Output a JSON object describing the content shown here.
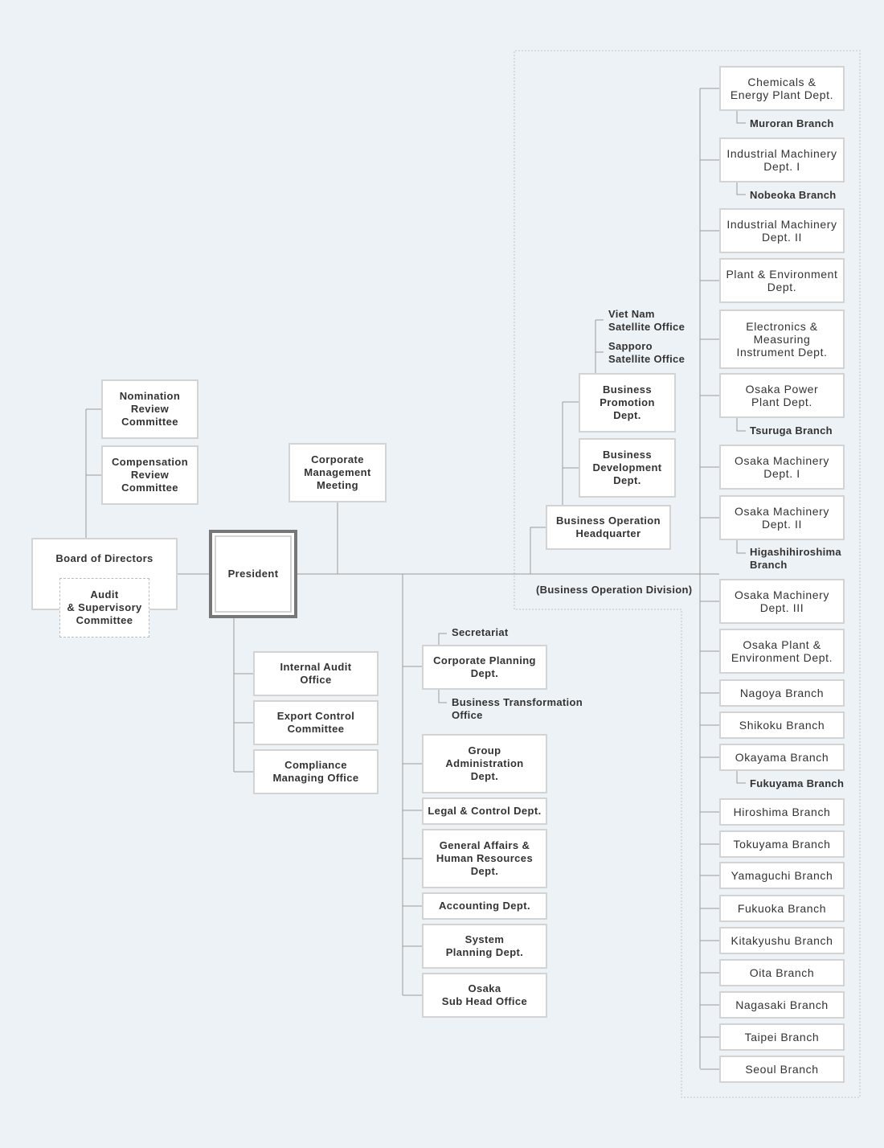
{
  "board": {
    "board_of_directors": "Board of Directors",
    "audit_committee": "Audit\n& Supervisory\nCommittee",
    "nomination_committee": "Nomination\nReview\nCommittee",
    "compensation_committee": "Compensation\nReview\nCommittee"
  },
  "president": "President",
  "corporate_management_meeting": "Corporate\nManagement\nMeeting",
  "president_offices": [
    "Internal Audit\nOffice",
    "Export Control\nCommittee",
    "Compliance\nManaging Office"
  ],
  "corporate_departments": {
    "secretariat": "Secretariat",
    "corporate_planning": "Corporate Planning\nDept.",
    "business_transformation": "Business Transformation\nOffice",
    "items": [
      "Group\nAdministration\nDept.",
      "Legal & Control Dept.",
      "General Affairs &\nHuman Resources\nDept.",
      "Accounting Dept.",
      "System\nPlanning Dept.",
      "Osaka\nSub Head Office"
    ]
  },
  "business_operation_division": {
    "label": "(Business Operation Division)",
    "headquarter": "Business Operation\nHeadquarter",
    "business_development": "Business\nDevelopment\nDept.",
    "business_promotion": "Business\nPromotion\nDept.",
    "satellite_offices": [
      "Sapporo\nSatellite Office",
      "Viet Nam\nSatellite Office"
    ],
    "units": [
      {
        "name": "Chemicals  &\nEnergy Plant Dept.",
        "sub": "Muroran Branch"
      },
      {
        "name": "Industrial Machinery\nDept. I",
        "sub": "Nobeoka Branch"
      },
      {
        "name": "Industrial Machinery\nDept. II"
      },
      {
        "name": "Plant & Environment\nDept."
      },
      {
        "name": "Electronics  &\nMeasuring\nInstrument Dept."
      },
      {
        "name": "Osaka Power\nPlant Dept.",
        "sub": "Tsuruga Branch"
      },
      {
        "name": "Osaka Machinery\nDept. I"
      },
      {
        "name": "Osaka Machinery\nDept. II",
        "sub": "Higashihiroshima\nBranch"
      },
      {
        "name": "Osaka Machinery\nDept. III"
      },
      {
        "name": "Osaka Plant &\nEnvironment Dept."
      },
      {
        "name": "Nagoya Branch"
      },
      {
        "name": "Shikoku Branch"
      },
      {
        "name": "Okayama Branch",
        "sub": "Fukuyama Branch"
      },
      {
        "name": "Hiroshima Branch"
      },
      {
        "name": "Tokuyama Branch"
      },
      {
        "name": "Yamaguchi Branch"
      },
      {
        "name": "Fukuoka Branch"
      },
      {
        "name": "Kitakyushu Branch"
      },
      {
        "name": "Oita Branch"
      },
      {
        "name": "Nagasaki Branch"
      },
      {
        "name": "Taipei Branch"
      },
      {
        "name": "Seoul Branch"
      }
    ]
  }
}
